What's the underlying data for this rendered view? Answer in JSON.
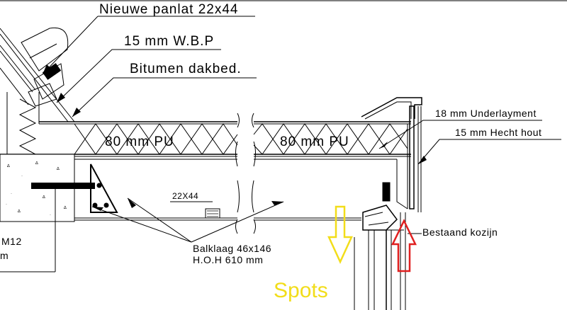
{
  "labels": {
    "nieuwe_panlat": "Nieuwe panlat 22x44",
    "wbp": "15 mm W.B.P",
    "bitumen": "Bitumen dakbed.",
    "pu_left": "80 mm PU",
    "pu_right": "80 mm PU",
    "underlayment": "18 mm Underlayment",
    "hecht_hout": "15 mm Hecht hout",
    "batten": "22X44",
    "balklaag_1": "Balklaag 46x146",
    "balklaag_2": "H.O.H 610 mm",
    "kozijn": "Bestaand kozijn",
    "bolt": "M12",
    "bolt_cut": "m",
    "spots": "Spots"
  },
  "colors": {
    "line": "#000000",
    "spots_text": "#f2dd1a",
    "spots_arrow": "#f2dd1a",
    "kozijn_arrow": "#e02020"
  },
  "icons": {
    "down_arrow": "yellow-down-arrow-icon",
    "up_arrow": "red-up-arrow-icon"
  }
}
